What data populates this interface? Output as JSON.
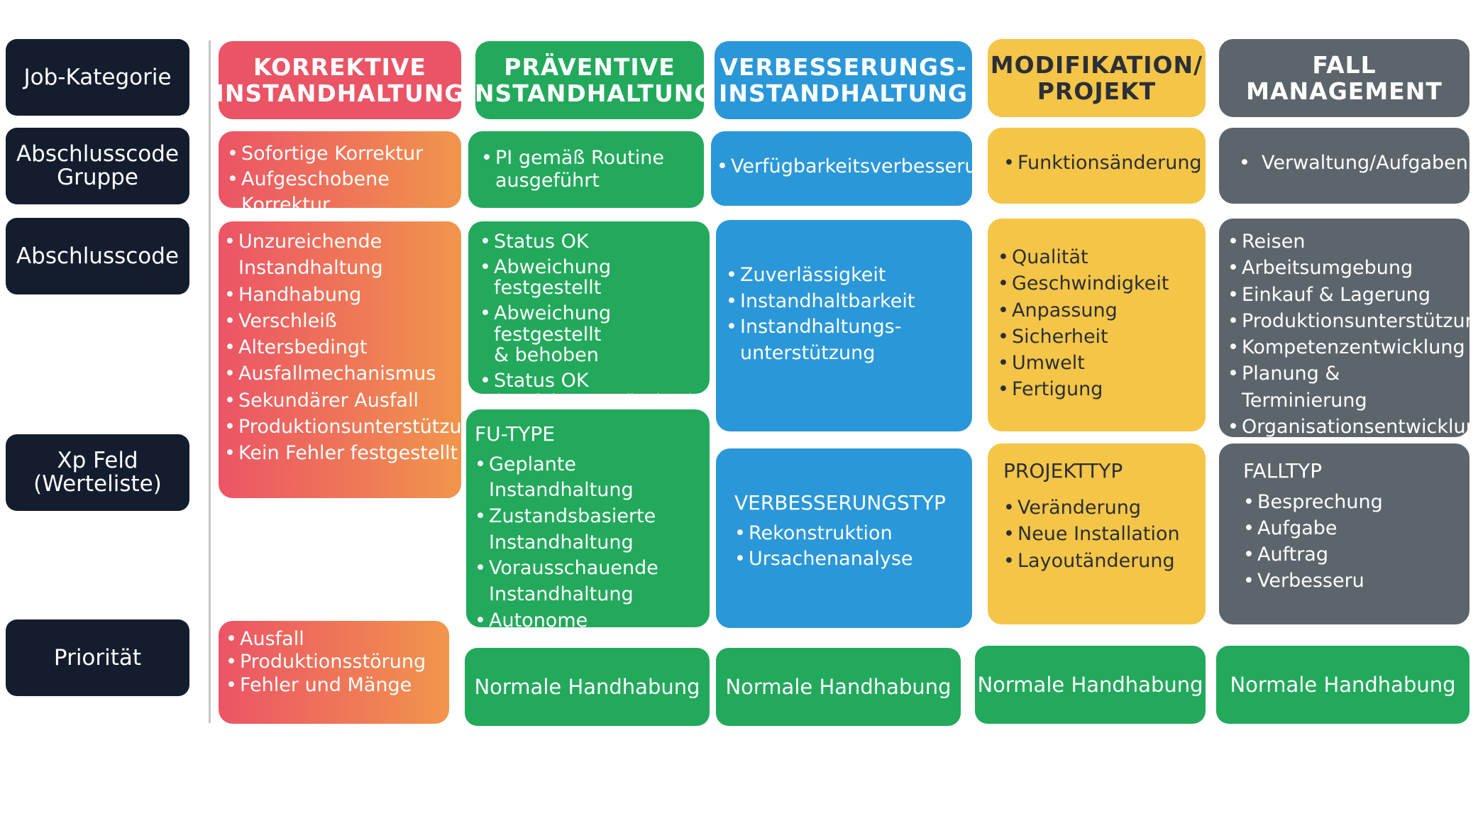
{
  "row_labels": [
    "Job-Kategorie",
    "Abschlusscode\nGruppe",
    "Abschlusscode",
    "Xp Feld\n(Werteliste)",
    "Priorität"
  ],
  "colors": {
    "label_bg": "#141d2e",
    "korrektive": "#ea5465",
    "korrektive_gradient_end": "#f1964c",
    "praeventive": "#22a95b",
    "verbesserung": "#2a97d8",
    "modifikation": "#f5c547",
    "fall": "#5c656b"
  },
  "columns": {
    "korrektive": {
      "header": "KORREKTIVE\nINSTANDHALTUNG",
      "gruppe": [
        "Sofortige Korrektur",
        "Aufgeschobene Korrektur"
      ],
      "codes": [
        "Unzureichende\nInstandhaltung",
        "Handhabung",
        "Verschleiß",
        "Altersbedingt",
        "Ausfallmechanismus",
        "Sekundärer Ausfall",
        "Produktionsunterstützung",
        "Kein Fehler festgestellt"
      ],
      "prioritaet": [
        "Ausfall",
        "Produktionsstörung",
        "Fehler und Mänge"
      ]
    },
    "praeventive": {
      "header": "PRÄVENTIVE\nINSTANDHALTUNG",
      "gruppe": [
        "PI gemäß Routine\nausgeführt"
      ],
      "codes": [
        "Status OK",
        "Abweichung festgestellt",
        "Abweichung festgestellt\n& behoben",
        "Status OK\n(Verfahren geändert)"
      ],
      "xp_title": "FU-TYPE",
      "xp_items": [
        "Geplante Instandhaltung",
        "Zustandsbasierte\nInstandhaltung",
        "Vorausschauende\nInstandhaltung",
        "Autonome Instandhaltung"
      ],
      "prioritaet": "Normale Handhabung"
    },
    "verbesserung": {
      "header": "VERBESSERUNGS-\nINSTANDHALTUNG",
      "gruppe": [
        "Verfügbarkeitsverbesserung"
      ],
      "codes": [
        "Zuverlässigkeit",
        "Instandhaltbarkeit",
        "Instandhaltungs-\nunterstützung"
      ],
      "xp_title": "VERBESSERUNGSTYP",
      "xp_items": [
        "Rekonstruktion",
        "Ursachenanalyse"
      ],
      "prioritaet": "Normale Handhabung"
    },
    "modifikation": {
      "header": "MODIFIKATION/\nPROJEKT",
      "gruppe": [
        "Funktionsänderung"
      ],
      "codes": [
        "Qualität",
        "Geschwindigkeit",
        "Anpassung",
        "Sicherheit",
        "Umwelt",
        "Fertigung"
      ],
      "xp_title": "PROJEKTTYP",
      "xp_items": [
        "Veränderung",
        "Neue Installation",
        "Layoutänderung"
      ],
      "prioritaet": "Normale Handhabung"
    },
    "fall": {
      "header": "FALL\nMANAGEMENT",
      "gruppe": [
        "Verwaltung/Aufgaben"
      ],
      "codes": [
        "Reisen",
        "Arbeitsumgebung",
        "Einkauf & Lagerung",
        "Produktionsunterstützung",
        "Kompetenzentwicklung",
        "Planung & Terminierung",
        "Organisationsentwicklung"
      ],
      "xp_title": "FALLTYP",
      "xp_items": [
        "Besprechung",
        "Aufgabe",
        "Auftrag",
        "Verbesseru"
      ],
      "prioritaet": "Normale Handhabung"
    }
  }
}
